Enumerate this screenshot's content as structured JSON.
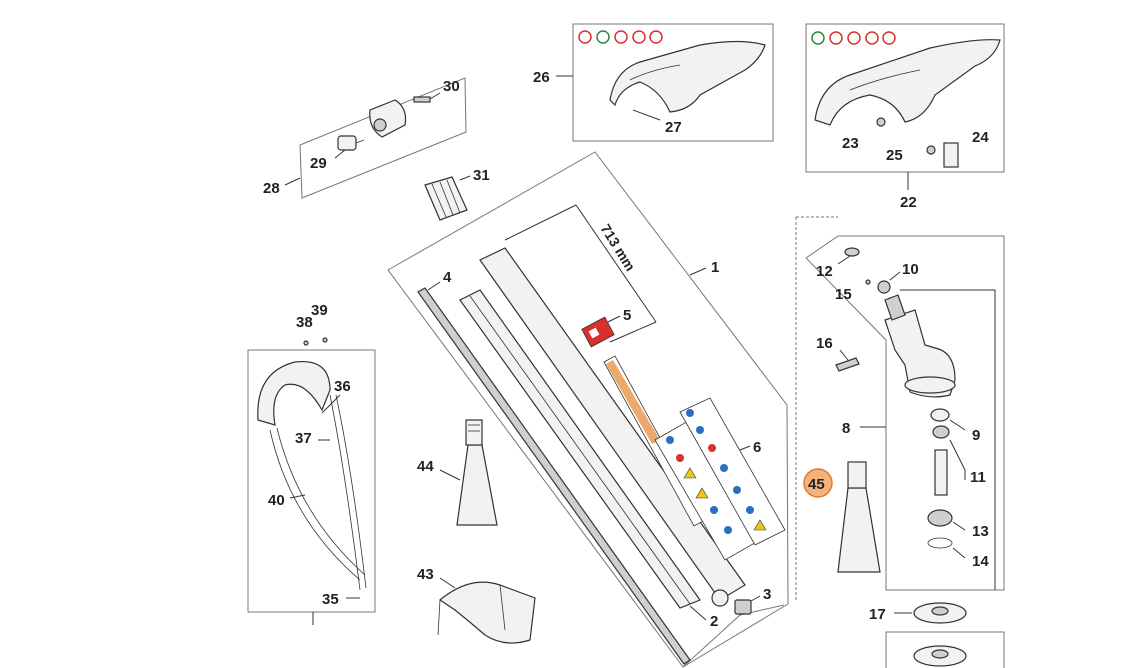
{
  "dimension": "713 mm",
  "labels": {
    "p1": "1",
    "p2": "2",
    "p3": "3",
    "p4": "4",
    "p5": "5",
    "p6": "6",
    "p8": "8",
    "p9": "9",
    "p10": "10",
    "p11": "11",
    "p12": "12",
    "p13": "13",
    "p14": "14",
    "p15": "15",
    "p16": "16",
    "p17": "17",
    "p22": "22",
    "p23": "23",
    "p24": "24",
    "p25": "25",
    "p26": "26",
    "p27": "27",
    "p28": "28",
    "p29": "29",
    "p30": "30",
    "p31": "31",
    "p35": "35",
    "p36": "36",
    "p37": "37",
    "p38": "38",
    "p39": "39",
    "p40": "40",
    "p43": "43",
    "p44": "44",
    "p45": "45"
  },
  "colors": {
    "highlight": "#f5b27a",
    "highlight_border": "#e07a2a",
    "warning_red": "#d9302c",
    "safety_blue": "#2a6fc0",
    "caution_yellow": "#f2c418"
  },
  "icons": [
    "no-blade-icon",
    "allowed-tool-icon",
    "no-saw-icon",
    "no-knife-icon",
    "no-metal-icon"
  ]
}
